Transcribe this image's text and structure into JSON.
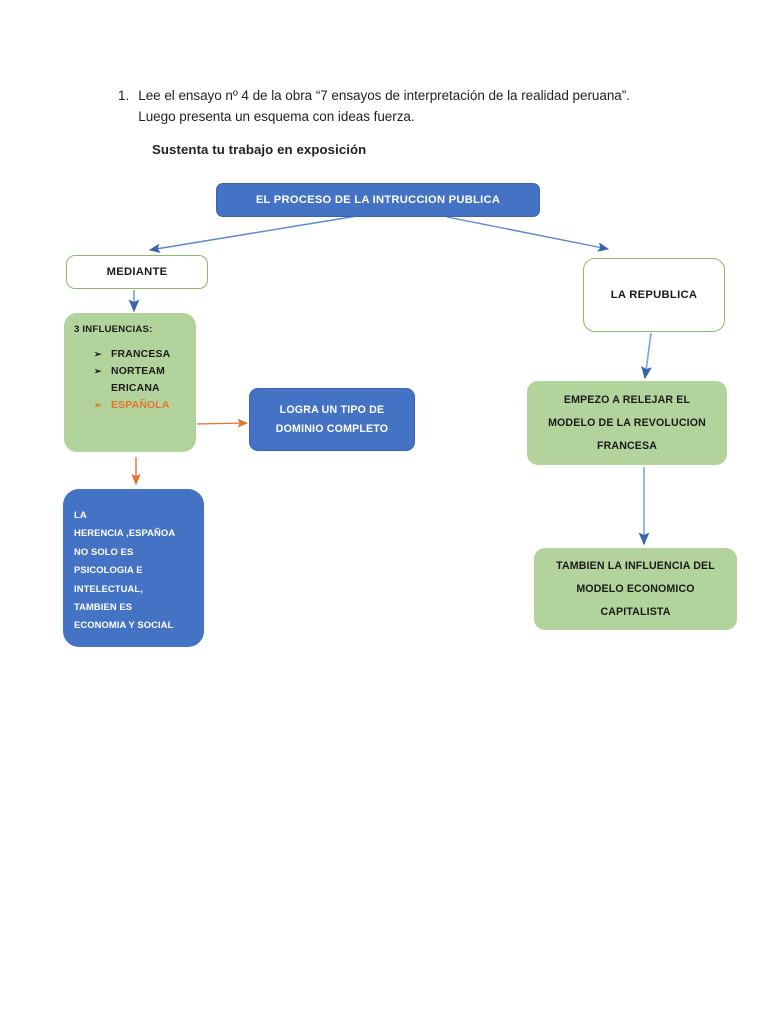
{
  "document": {
    "instruction": {
      "number": "1.",
      "text": "Lee el ensayo nº 4 de la obra “7 ensayos de interpretación de la realidad peruana”. Luego presenta un esquema con ideas fuerza."
    },
    "subtitle": "Sustenta tu trabajo en exposición"
  },
  "colors": {
    "blue_fill": "#4472c4",
    "green_fill": "#b3d39c",
    "green_border": "#8bbd68",
    "orange_accent": "#e2732b",
    "white_fill": "#ffffff",
    "text_dark": "#1a1a1a",
    "text_light": "#ffffff"
  },
  "diagram": {
    "title_node": {
      "label": "EL PROCESO DE LA INTRUCCION PUBLICA"
    },
    "mediante_node": {
      "label": "MEDIANTE"
    },
    "republica_node": {
      "label": "LA REPUBLICA"
    },
    "influencias_node": {
      "heading": "3 INFLUENCIAS:",
      "bullet_glyph": "➢",
      "items": [
        {
          "label": "FRANCESA",
          "color": "dark"
        },
        {
          "label": "NORTEAM",
          "color": "dark",
          "continuation": "ERICANA"
        },
        {
          "label": "ESPAÑOLA",
          "color": "orange"
        }
      ]
    },
    "logra_node": {
      "lines": [
        "LOGRA UN TIPO DE",
        "DOMINIO COMPLETO"
      ]
    },
    "herencia_node": {
      "lines": [
        "LA",
        "HERENCIA ,ESPAÑOA",
        "NO SOLO ES",
        "PSICOLOGIA E",
        "INTELECTUAL,",
        "TAMBIEN ES",
        "ECONOMIA Y SOCIAL"
      ]
    },
    "empezo_node": {
      "lines": [
        "EMPEZO A RELEJAR EL",
        "MODELO DE LA REVOLUCION",
        "FRANCESA"
      ]
    },
    "tambien_node": {
      "lines": [
        "TAMBIEN LA INFLUENCIA DEL",
        "MODELO ECONOMICO",
        "CAPITALISTA"
      ]
    },
    "connectors": [
      {
        "name": "title-to-mediante",
        "color": "#4472c4"
      },
      {
        "name": "title-to-republica",
        "color": "#4472c4"
      },
      {
        "name": "mediante-to-influencias",
        "color": "#4472c4"
      },
      {
        "name": "influencias-to-logra",
        "color": "#e2732b"
      },
      {
        "name": "influencias-to-herencia",
        "color": "#e2732b"
      },
      {
        "name": "republica-to-empezo",
        "color": "#4472c4"
      },
      {
        "name": "empezo-to-tambien",
        "color": "#4472c4"
      }
    ]
  }
}
